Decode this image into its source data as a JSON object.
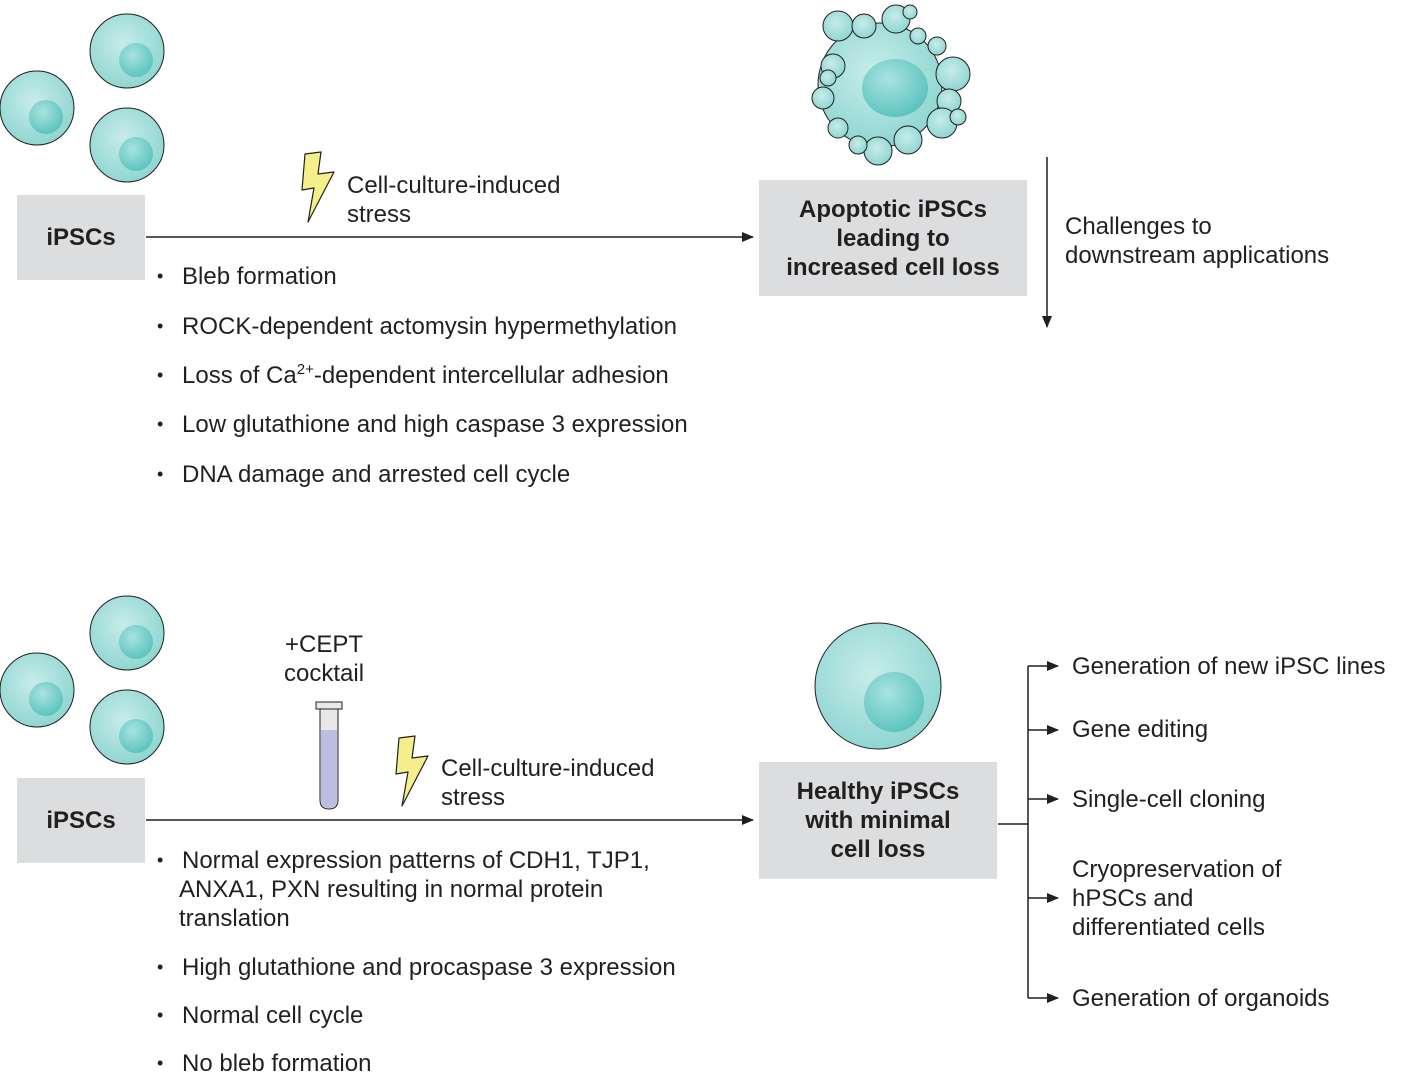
{
  "top": {
    "source_label": "iPSCs",
    "stress_label": [
      "Cell-culture-induced",
      "stress"
    ],
    "result_label": [
      "Apoptotic iPSCs",
      "leading to",
      "increased cell loss"
    ],
    "consequence_label": [
      "Challenges to",
      "downstream applications"
    ],
    "features": [
      {
        "text": "Bleb formation"
      },
      {
        "text": "ROCK-dependent actomysin hypermethylation"
      },
      {
        "text_before": "Loss of Ca",
        "superscript": "2+",
        "text_after": "-dependent intercellular adhesion"
      },
      {
        "text": "Low glutathione and high caspase 3 expression"
      },
      {
        "text": "DNA damage and arrested cell cycle"
      }
    ]
  },
  "bottom": {
    "source_label": "iPSCs",
    "treatment_label": [
      "+CEPT",
      "cocktail"
    ],
    "stress_label": [
      "Cell-culture-induced",
      "stress"
    ],
    "result_label": [
      "Healthy iPSCs",
      "with minimal",
      "cell loss"
    ],
    "features": [
      [
        "Normal expression patterns of CDH1, TJP1,",
        "ANXA1, PXN resulting in normal protein",
        "translation"
      ],
      [
        "High glutathione and procaspase 3 expression"
      ],
      [
        "Normal cell cycle"
      ],
      [
        "No bleb formation"
      ]
    ],
    "applications": [
      [
        "Generation of new iPSC lines"
      ],
      [
        "Gene editing"
      ],
      [
        "Single-cell cloning"
      ],
      [
        "Cryopreservation of",
        "hPSCs and",
        "differentiated cells"
      ],
      [
        "Generation of organoids"
      ]
    ]
  },
  "colors": {
    "cell_fill": "#a7dedb",
    "cell_nucleus": "#7dcfcb",
    "cell_stroke": "#231f20",
    "box_fill": "#dcddde",
    "lightning_fill": "#f4ef8a",
    "tube_fill": "#b9bfe0",
    "line": "#231f20"
  },
  "icons": [
    "lightning-bolt-icon",
    "test-tube-icon",
    "cell-icon",
    "apoptotic-cell-icon"
  ]
}
